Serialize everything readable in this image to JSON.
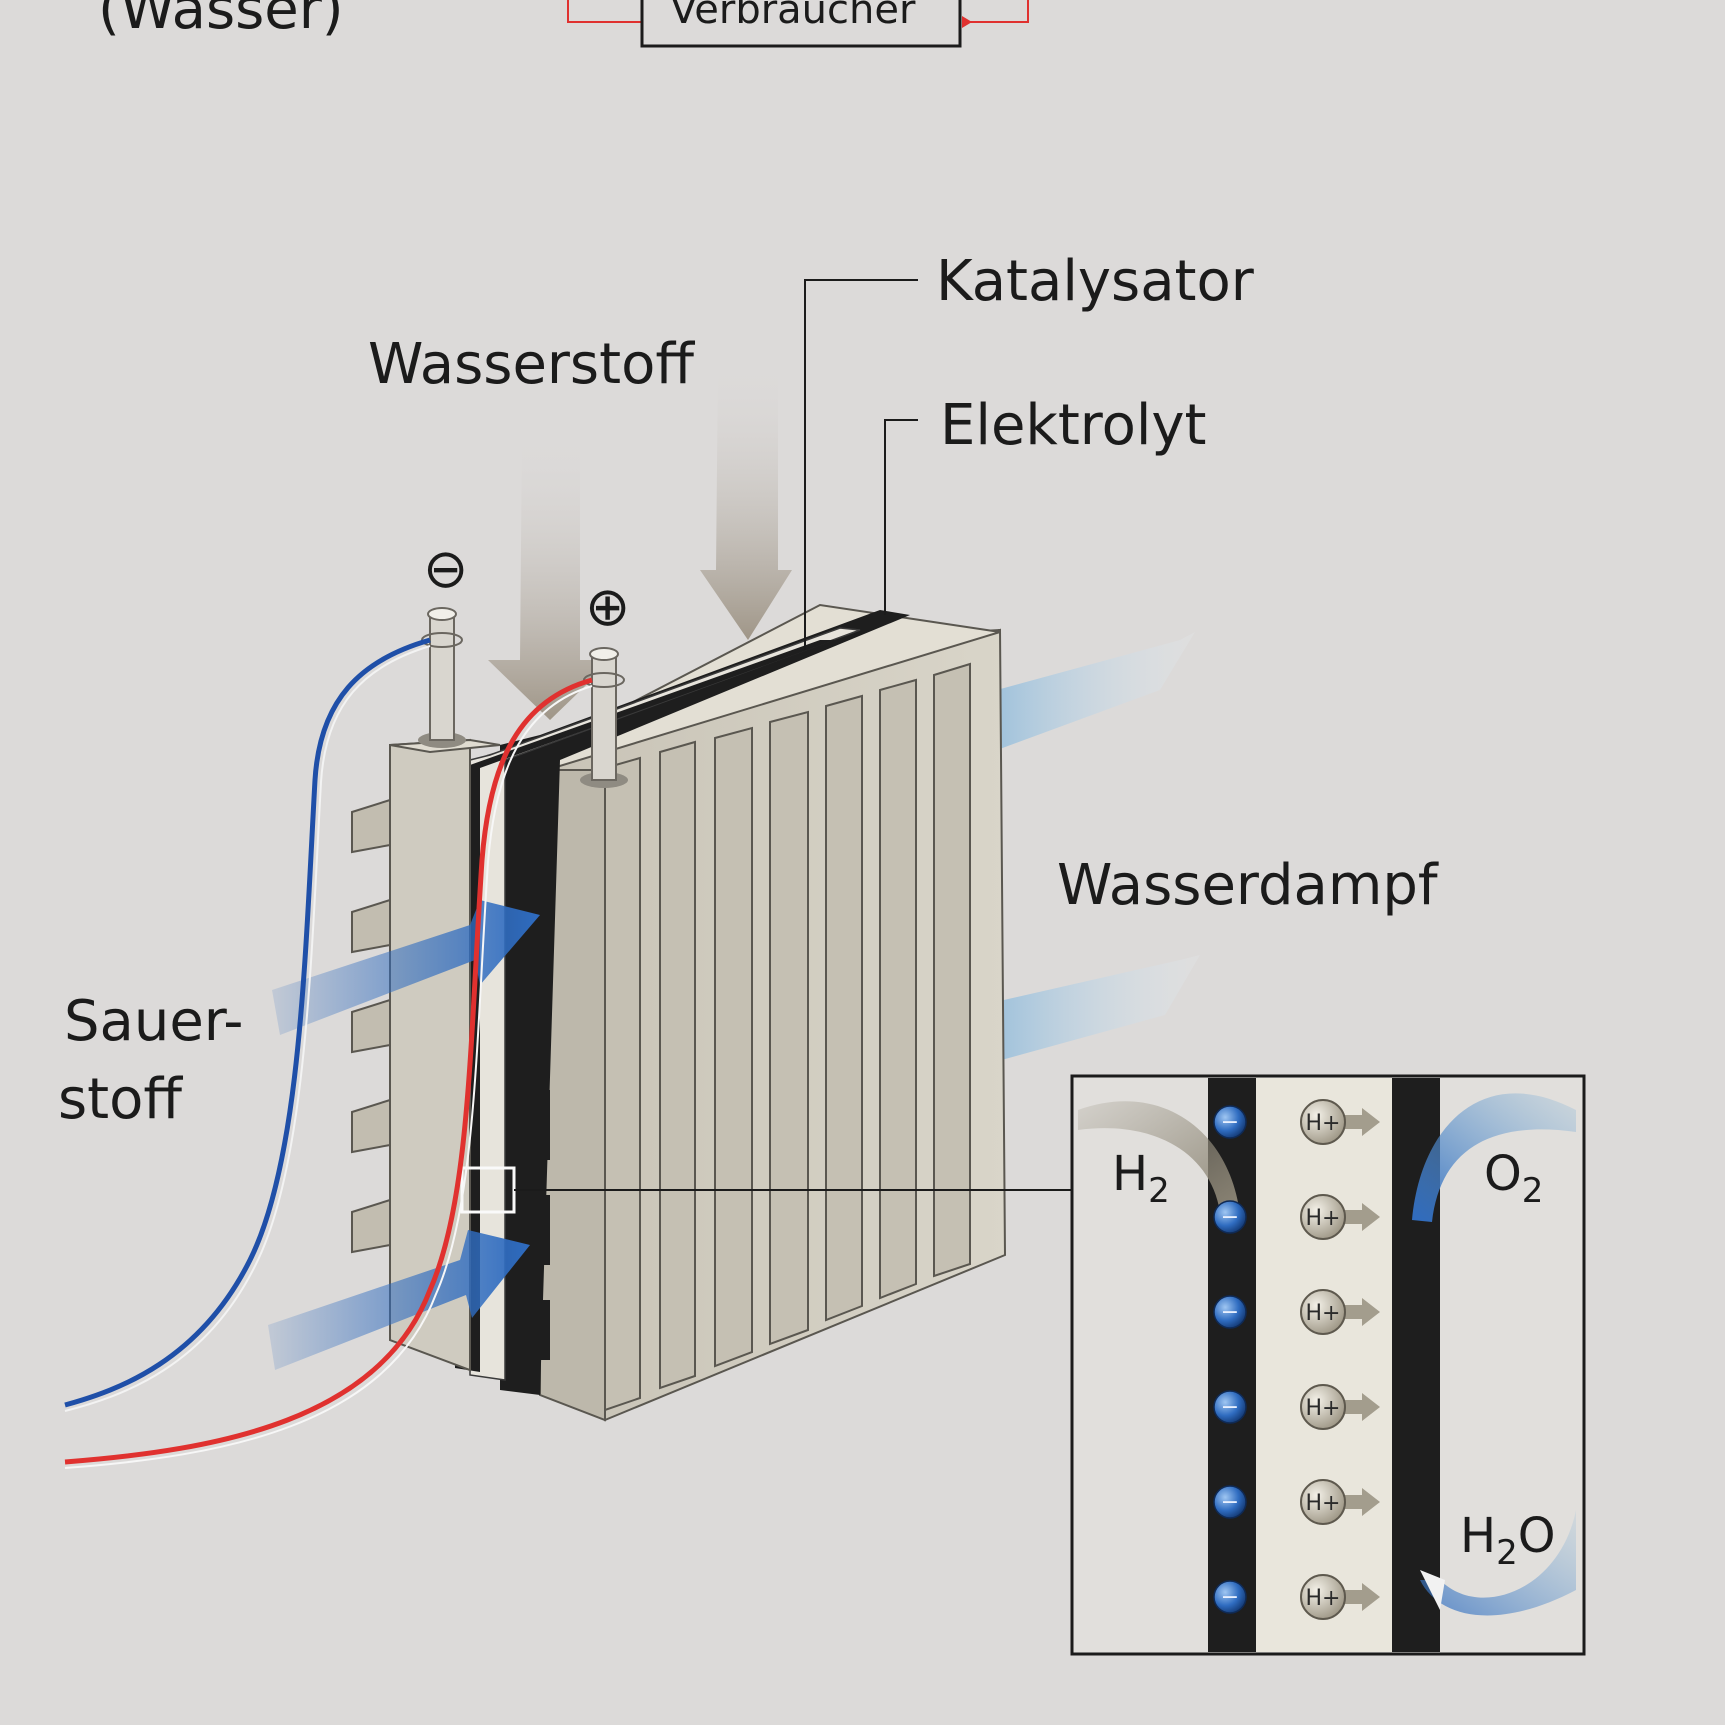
{
  "labels": {
    "top_left_fragment": "(Wasser)",
    "top_box": "Verbraucher",
    "katalysator": "Katalysator",
    "wasserstoff": "Wasserstoff",
    "elektrolyt": "Elektrolyt",
    "wasserdampf": "Wasserdampf",
    "sauerstoff_line1": "Sauer-",
    "sauerstoff_line2": "stoff"
  },
  "terminals": {
    "negative": "⊖",
    "positive": "⊕"
  },
  "inset": {
    "h2": {
      "base": "H",
      "sub": "2"
    },
    "o2": {
      "base": "O",
      "sub": "2"
    },
    "h2o": {
      "base": "H",
      "sub": "2",
      "tail": "O"
    },
    "electron_symbol": "−",
    "ion_label": "H+",
    "pair_count": 6
  },
  "colors": {
    "background": "#dcdad9",
    "plate": "#cfcbc0",
    "plate_dark": "#a9a59a",
    "membrane": "#1e1e1e",
    "wire_negative": "#1f4fa8",
    "wire_positive": "#e0312f",
    "oxygen_arrow": "#2f6cc0",
    "hydrogen_arrow": "#b3aa9a",
    "steam_arrow": "#7fb2d8"
  }
}
